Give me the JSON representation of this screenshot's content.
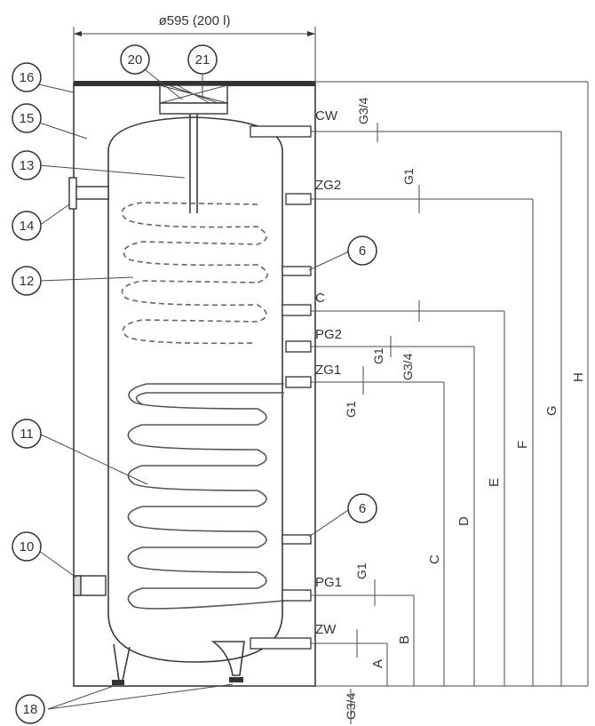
{
  "dimension_top": "ø595 (200 l)",
  "callouts": [
    "16",
    "15",
    "13",
    "14",
    "12",
    "11",
    "10",
    "18",
    "20",
    "21",
    "6",
    "6"
  ],
  "connections": [
    "CW",
    "ZG2",
    "C",
    "PG2",
    "ZG1",
    "PG1",
    "ZW"
  ],
  "thread_sizes": [
    "G3/4",
    "G1",
    "G1",
    "G3/4",
    "G1",
    "G1",
    "G3/4"
  ],
  "height_dims": [
    "A",
    "B",
    "C",
    "D",
    "E",
    "F",
    "G",
    "H"
  ]
}
